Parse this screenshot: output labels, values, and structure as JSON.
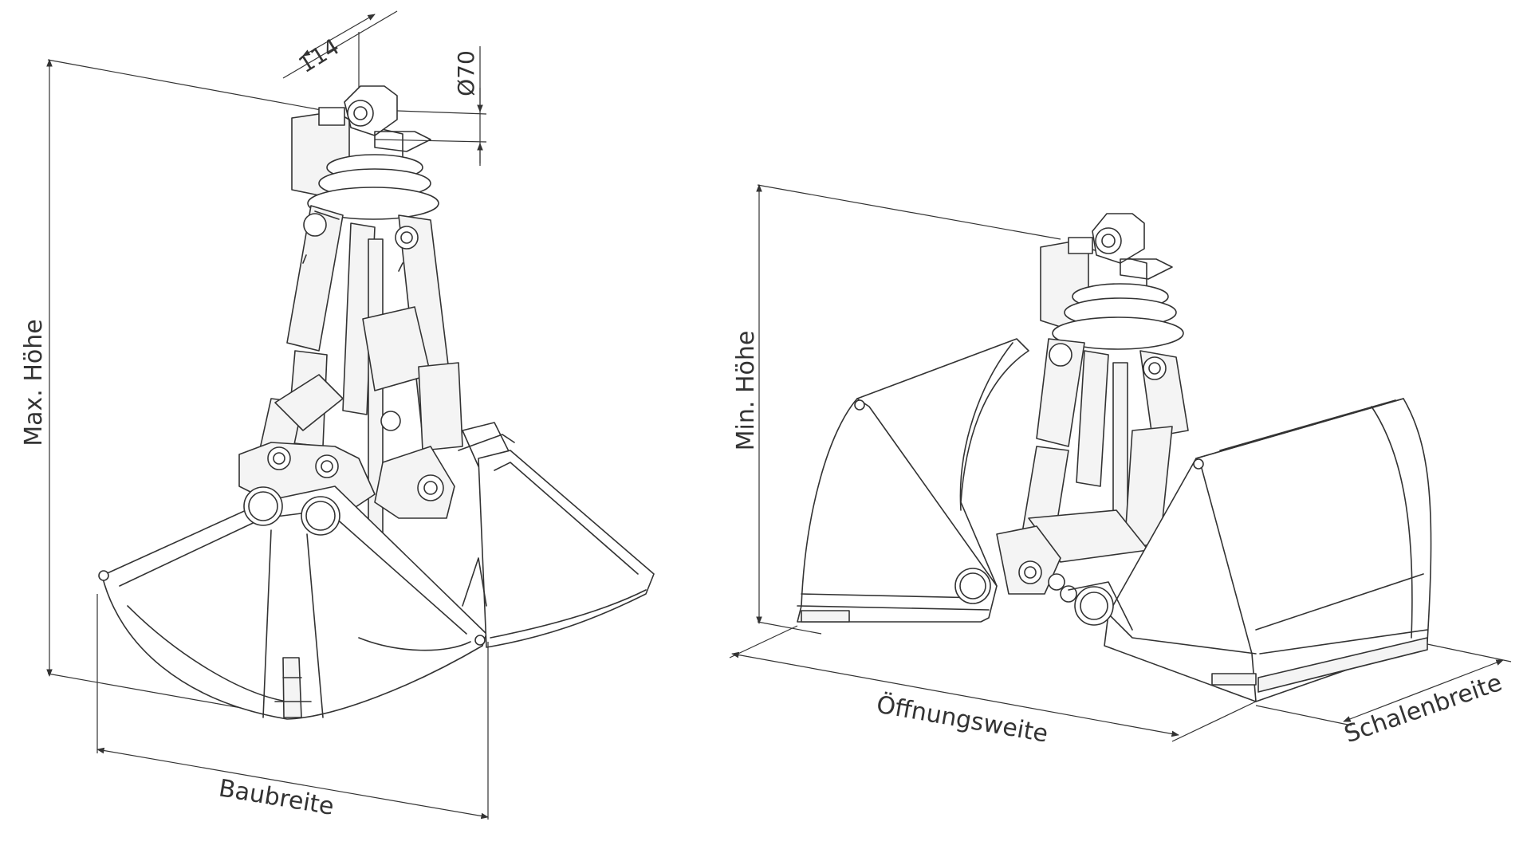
{
  "diagram": {
    "labels": {
      "max_height": "Max. Höhe",
      "width": "Baubreite",
      "dim_114": "114",
      "dim_d70": "Ø70",
      "min_height": "Min. Höhe",
      "opening_width": "Öffnungsweite",
      "shell_width": "Schalenbreite"
    },
    "colors": {
      "line": "#333333",
      "background": "#ffffff"
    }
  }
}
